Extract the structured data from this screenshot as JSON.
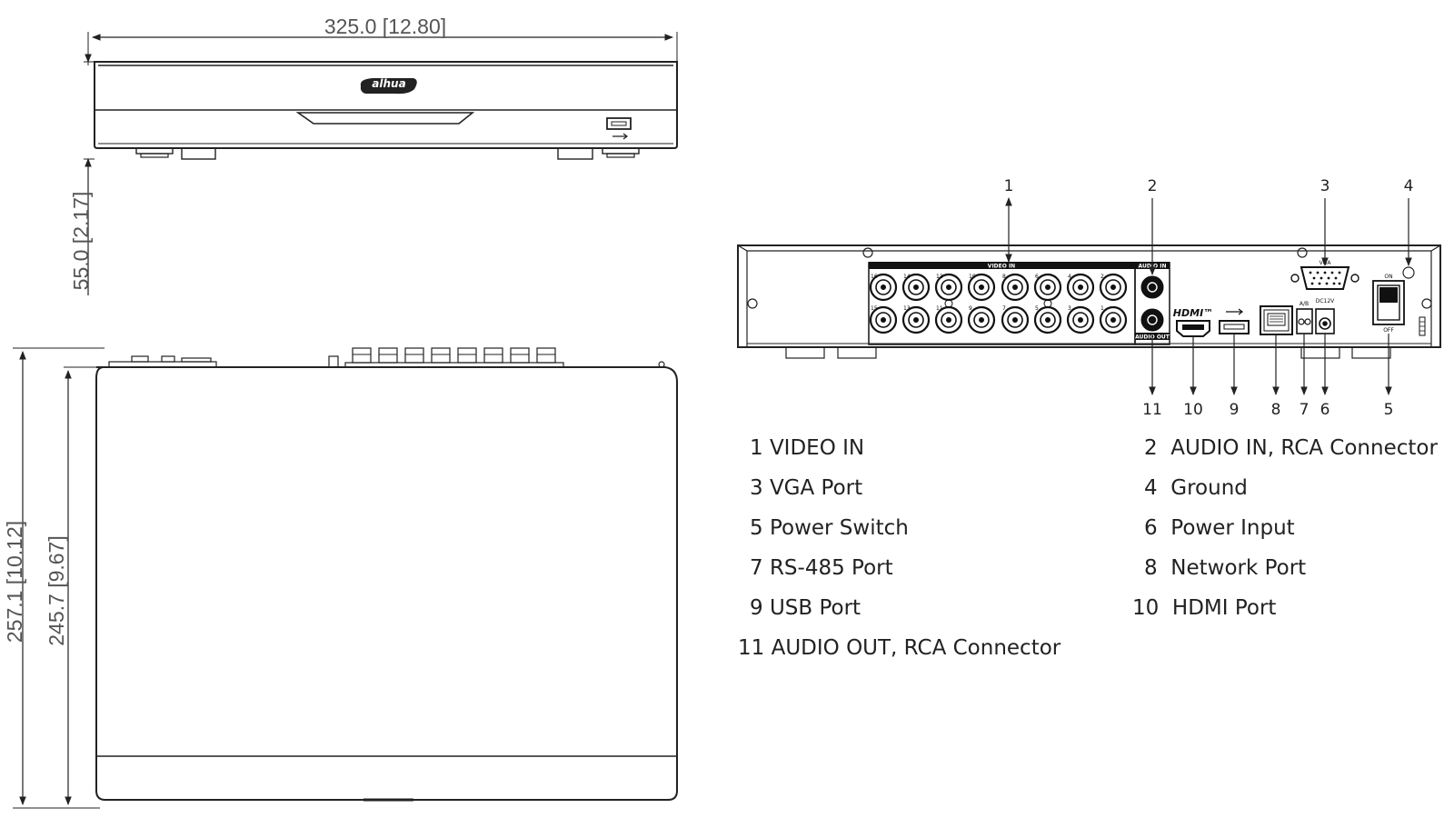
{
  "dimensions": {
    "width": "325.0 [12.80]",
    "height": "55.0 [2.17]",
    "depth_outer": "257.1 [10.12]",
    "depth_inner": "245.7 [9.67]"
  },
  "front_panel": {
    "logo": "alhua"
  },
  "rear_panel": {
    "section_labels": {
      "video_in": "VIDEO IN",
      "audio_in": "AUDIO IN",
      "audio_out": "AUDIO OUT",
      "vga": "VGA",
      "hdmi": "HDMI™",
      "ab": "A/B",
      "dc": "DC12V",
      "on": "ON",
      "off": "OFF"
    },
    "bnc_top_numbers": [
      "16",
      "14",
      "12",
      "10",
      "8",
      "6",
      "4",
      "2"
    ],
    "bnc_bottom_numbers": [
      "15",
      "13",
      "11",
      "9",
      "7",
      "5",
      "3",
      "1"
    ],
    "callouts_top": [
      "1",
      "2",
      "3",
      "4"
    ],
    "callouts_bottom": [
      "11",
      "10",
      "9",
      "8",
      "7",
      "6",
      "5"
    ]
  },
  "legend": [
    {
      "num": "1",
      "text": "VIDEO IN"
    },
    {
      "num": "2",
      "text": "AUDIO IN, RCA Connector"
    },
    {
      "num": "3",
      "text": "VGA Port"
    },
    {
      "num": "4",
      "text": "Ground"
    },
    {
      "num": "5",
      "text": "Power Switch"
    },
    {
      "num": "6",
      "text": "Power Input"
    },
    {
      "num": "7",
      "text": "RS-485 Port"
    },
    {
      "num": "8",
      "text": "Network Port"
    },
    {
      "num": "9",
      "text": "USB Port"
    },
    {
      "num": "10",
      "text": "HDMI Port"
    },
    {
      "num": "11",
      "text": "AUDIO OUT, RCA Connector"
    }
  ]
}
